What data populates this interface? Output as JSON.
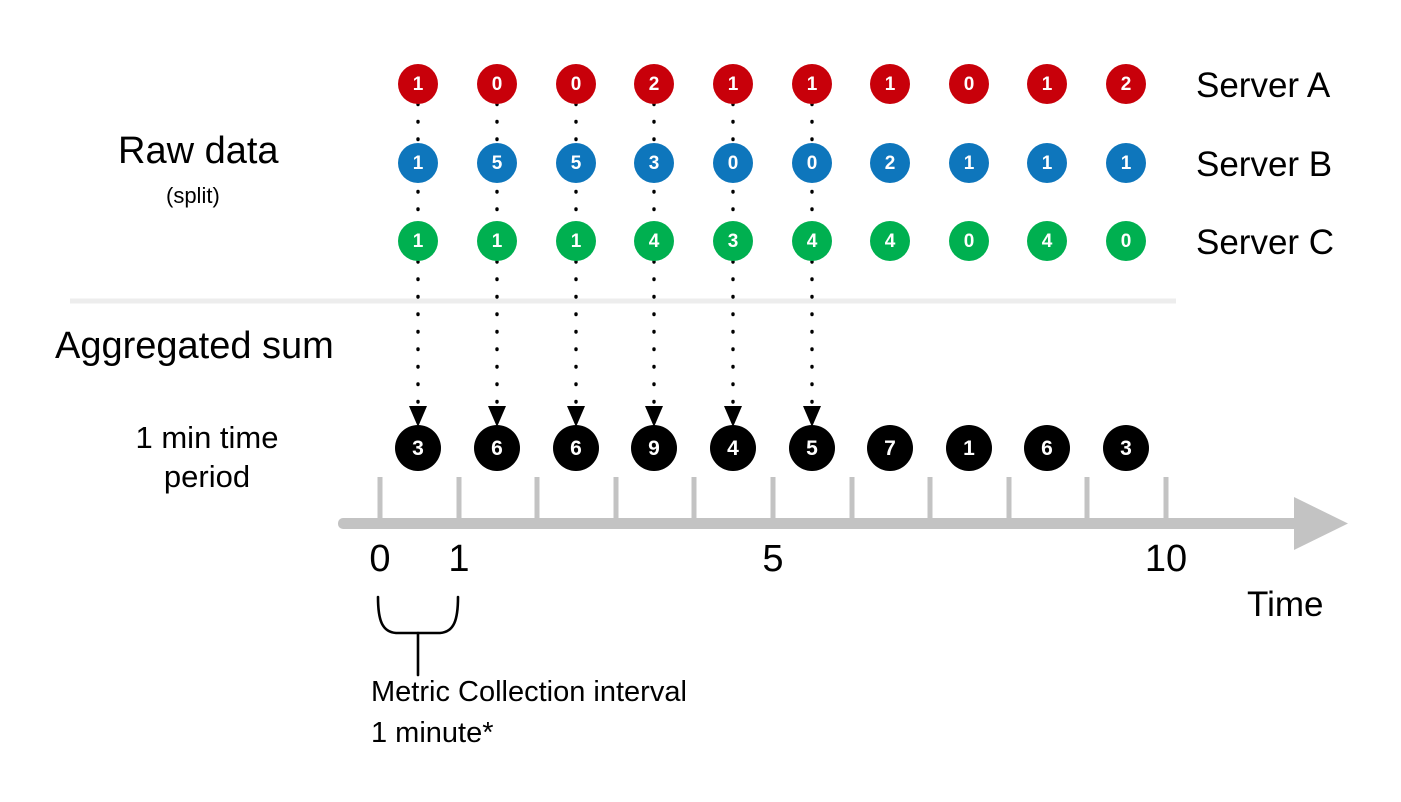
{
  "diagram": {
    "title_raw_data": "Raw data",
    "subtitle_raw_data": "(split)",
    "title_aggregated": "Aggregated sum",
    "label_time_period_line1": "1 min time",
    "label_time_period_line2": "period",
    "axis_label": "Time",
    "caption_line1": "Metric Collection interval",
    "caption_line2": "1 minute*"
  },
  "colors": {
    "server_a": "#C8000A",
    "server_b": "#0E76BC",
    "server_c": "#00B050",
    "aggregate": "#000000",
    "axis": "#C3C3C3",
    "divider": "#EDEDED",
    "value_text": "#FFFFFF"
  },
  "chart_data": {
    "type": "table",
    "title": "Raw data (split) aggregated into 1 minute time periods",
    "xlabel": "Time",
    "ylabel": "",
    "x": [
      0,
      1,
      2,
      3,
      4,
      5,
      6,
      7,
      8,
      9
    ],
    "axis_ticks": [
      0,
      1,
      2,
      3,
      4,
      5,
      6,
      7,
      8,
      9,
      10
    ],
    "axis_tick_labels_shown": [
      "0",
      "1",
      "5",
      "10"
    ],
    "xlim": [
      0,
      10
    ],
    "grid": false,
    "legend_position": "right",
    "series": [
      {
        "name": "Server A",
        "color": "#C8000A",
        "values": [
          1,
          0,
          0,
          2,
          1,
          1,
          1,
          0,
          1,
          2
        ]
      },
      {
        "name": "Server B",
        "color": "#0E76BC",
        "values": [
          1,
          5,
          5,
          3,
          0,
          0,
          2,
          1,
          1,
          1
        ]
      },
      {
        "name": "Server C",
        "color": "#00B050",
        "values": [
          1,
          1,
          1,
          4,
          3,
          4,
          4,
          0,
          4,
          0
        ]
      },
      {
        "name": "Aggregated sum",
        "color": "#000000",
        "values": [
          3,
          6,
          6,
          9,
          4,
          5,
          7,
          1,
          6,
          3
        ]
      }
    ],
    "annotations": [
      "Raw data (split)",
      "Aggregated sum",
      "1 min time period",
      "Metric Collection interval 1 minute*"
    ]
  },
  "axis": {
    "ticks": [
      {
        "value": "0",
        "labeled": true
      },
      {
        "value": "1",
        "labeled": true
      },
      {
        "value": "2",
        "labeled": false
      },
      {
        "value": "3",
        "labeled": false
      },
      {
        "value": "4",
        "labeled": false
      },
      {
        "value": "5",
        "labeled": true
      },
      {
        "value": "6",
        "labeled": false
      },
      {
        "value": "7",
        "labeled": false
      },
      {
        "value": "8",
        "labeled": false
      },
      {
        "value": "9",
        "labeled": false
      },
      {
        "value": "10",
        "labeled": true
      }
    ]
  }
}
